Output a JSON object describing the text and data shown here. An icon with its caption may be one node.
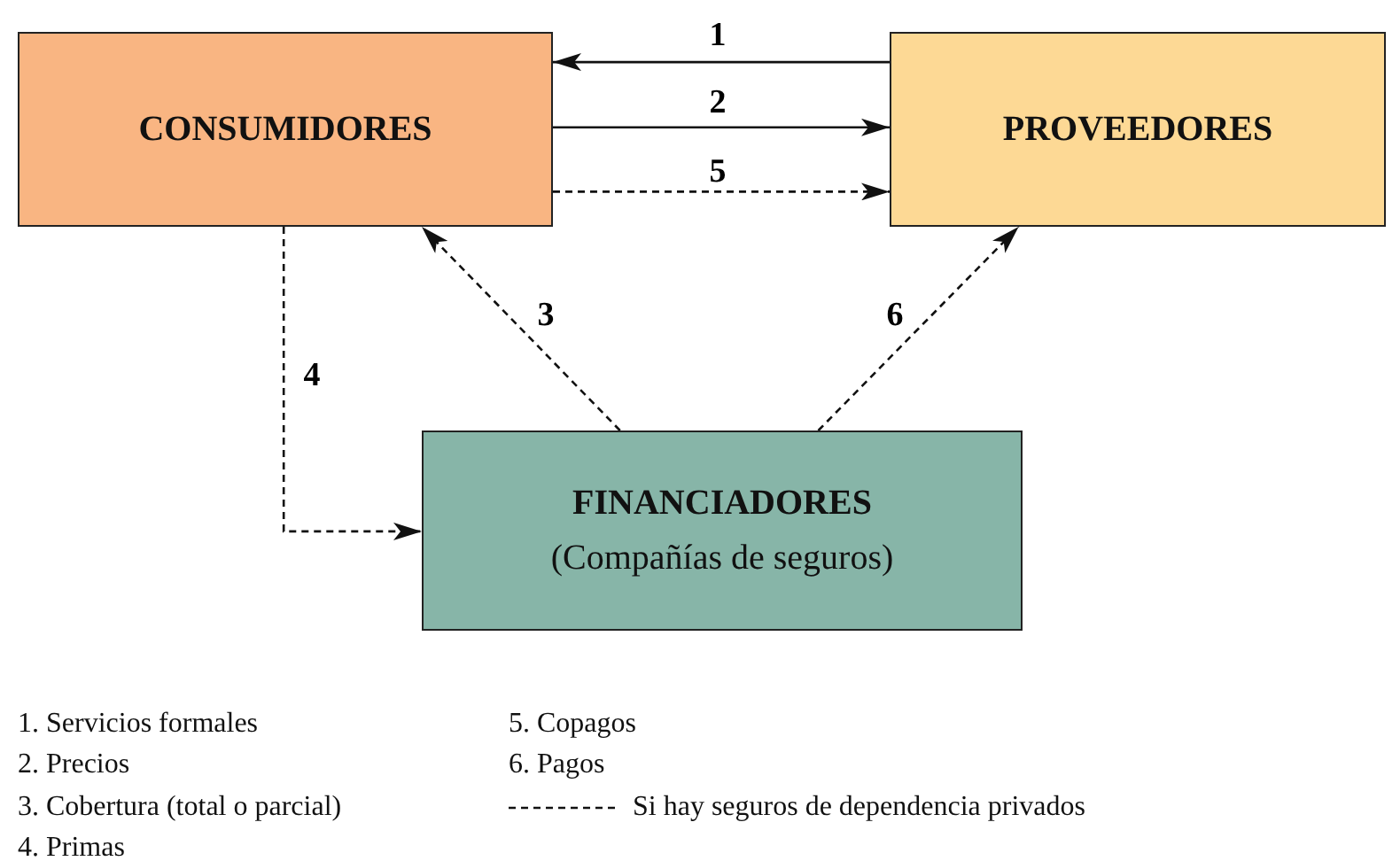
{
  "diagram": {
    "nodes": [
      {
        "text": [
          "CONSUMIDORES"
        ]
      },
      {
        "text": [
          "PROVEEDORES"
        ]
      },
      {
        "text": [
          "FINANCIADORES",
          "(Compañías de seguros)"
        ]
      }
    ],
    "edges": [
      {
        "from": 1,
        "to": 0,
        "arrow": "to",
        "label": "1"
      },
      {
        "from": 0,
        "to": 1,
        "arrow": "to",
        "label": "2"
      },
      {
        "from": 0,
        "to": 1,
        "arrow": "to",
        "label": "5",
        "style": "dashed"
      },
      {
        "from": 2,
        "to": 0,
        "arrow": "to",
        "label": "3",
        "style": "dashed"
      },
      {
        "from": 0,
        "to": 2,
        "arrow": "to",
        "label": "4",
        "style": "dashed"
      },
      {
        "from": 2,
        "to": 1,
        "arrow": "to",
        "label": "6",
        "style": "dashed"
      }
    ],
    "labels": [
      "1. Servicios formales",
      "5. Copagos",
      "2. Precios",
      "6. Pagos",
      "3. Cobertura (total o parcial)",
      "4. Primas"
    ],
    "legend": [
      {
        "text": "Si hay seguros de dependencia privados"
      }
    ]
  }
}
